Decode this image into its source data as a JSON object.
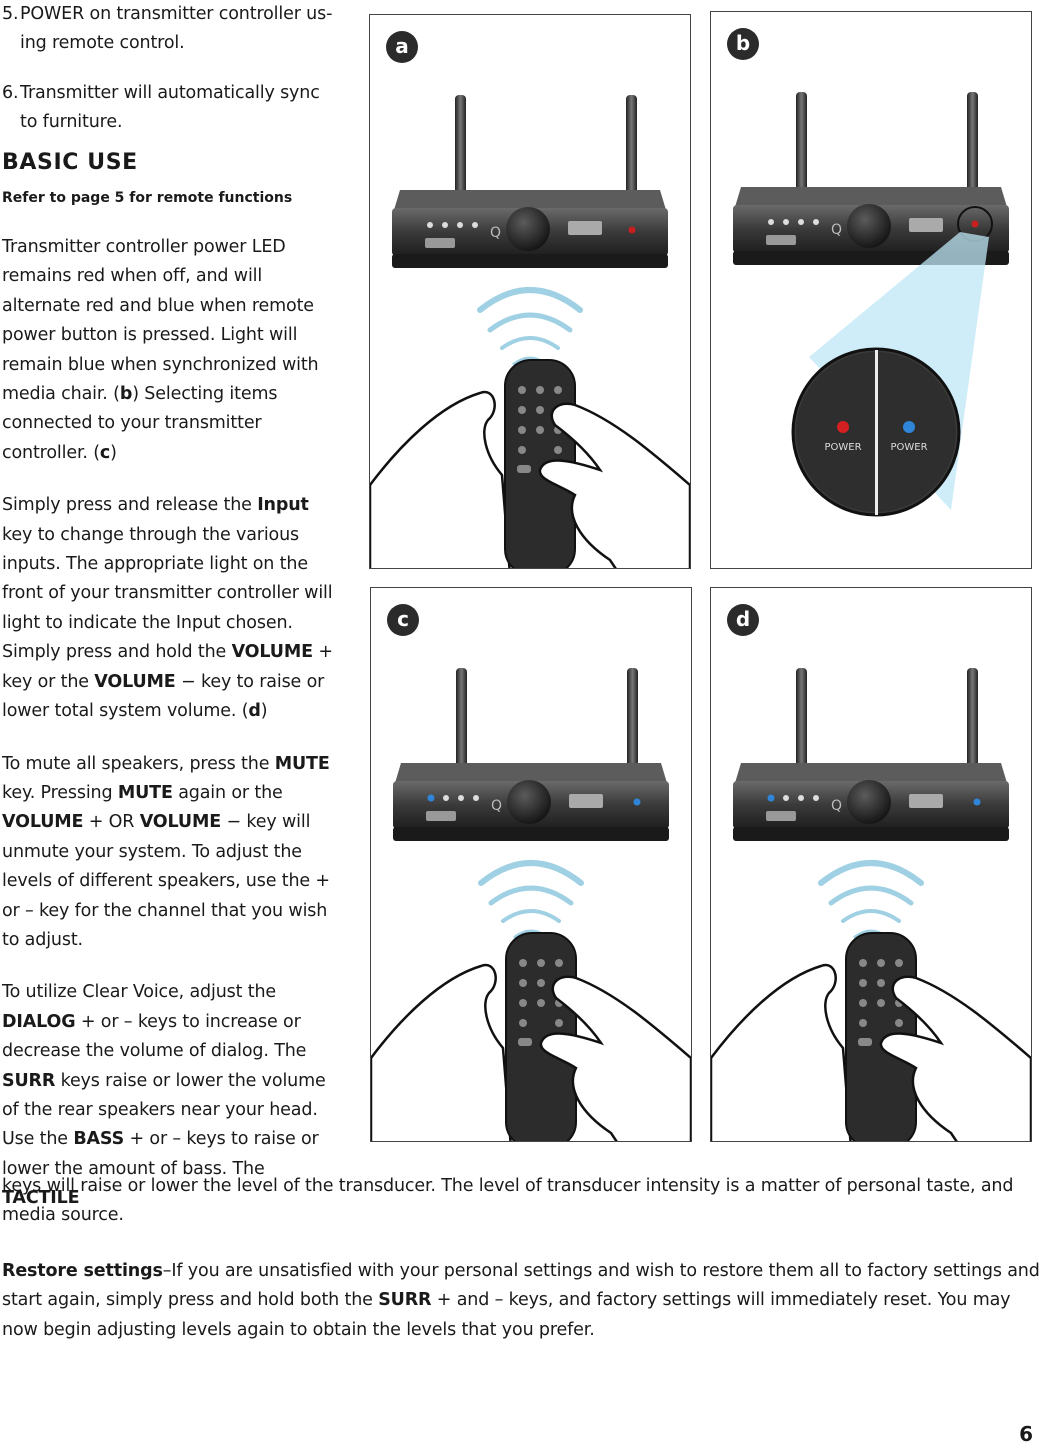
{
  "steps": [
    {
      "number": "5.",
      "text": "POWER on transmitter controller us-ing remote control."
    },
    {
      "number": "6.",
      "text": "Transmitter will automatically sync to furniture."
    }
  ],
  "heading": "BASIC USE",
  "subheading": "Refer to page 5 for remote functions",
  "column_paragraphs": {
    "p1": {
      "t1": "Transmitter controller power LED remains red when off, and will alternate red and blue when remote power button is pressed. Light will remain blue when synchronized with media chair. (",
      "b1": "b",
      "t2": ") Selecting items connected to your transmitter controller. (",
      "b2": "c",
      "t3": ")"
    },
    "p2": {
      "t1": "Simply press and release the ",
      "b1": "Input",
      "t2": " key to change through the various inputs. The appropriate light on the front of your transmitter controller will light to indicate the Input chosen."
    },
    "p3": {
      "t1": "Simply press and hold the ",
      "b1": "VOLUME",
      "t2": " + key or the ",
      "b2": "VOLUME",
      "t3": " − key to raise or lower total system volume. (",
      "b3": "d",
      "t4": ")"
    },
    "p4": {
      "t1": "To mute all speakers, press the ",
      "b1": "MUTE",
      "t2": " key. Pressing ",
      "b2": "MUTE",
      "t3": " again or the ",
      "b3": "VOLUME",
      "t4": " + OR ",
      "b4": "VOLUME",
      "t5": " − key will unmute your system. To adjust the levels of different speakers, use the + or – key for the channel that you wish to adjust."
    },
    "p5": {
      "t1": "To utilize Clear Voice, adjust the ",
      "b1": "DIALOG",
      "t2": " + or – keys to increase or decrease the volume of dialog. The ",
      "b2": "SURR",
      "t3": " keys raise or lower the volume of the rear speakers near your head. Use the ",
      "b3": "BASS",
      "t4": " + or – keys to raise or lower the amount of bass. The ",
      "b4": "TACTILE"
    }
  },
  "wide_paragraphs": {
    "p5_cont": "keys will raise or lower the level of the transducer. The level of transducer intensity is a matter of personal taste, and media source.",
    "restore": {
      "b1": "Restore settings",
      "t1": "–If you are unsatisfied with your personal settings and wish to restore them all to factory settings and start again, simply press and hold both the ",
      "b2": "SURR",
      "t2": " + and – keys, and factory settings will immediately reset. You may now begin adjusting levels again to obtain the levels that you prefer."
    }
  },
  "figures": {
    "a": {
      "label": "a",
      "led": "#c81e1e"
    },
    "b": {
      "label": "b",
      "led": "#c81e1e",
      "zoom_left": "POWER",
      "zoom_right": "POWER",
      "zoom_left_led": "#d42020",
      "zoom_right_led": "#2f86d8"
    },
    "c": {
      "label": "c",
      "led": "#2f86d8"
    },
    "d": {
      "label": "d",
      "led": "#2f86d8"
    }
  },
  "page_number": "6"
}
